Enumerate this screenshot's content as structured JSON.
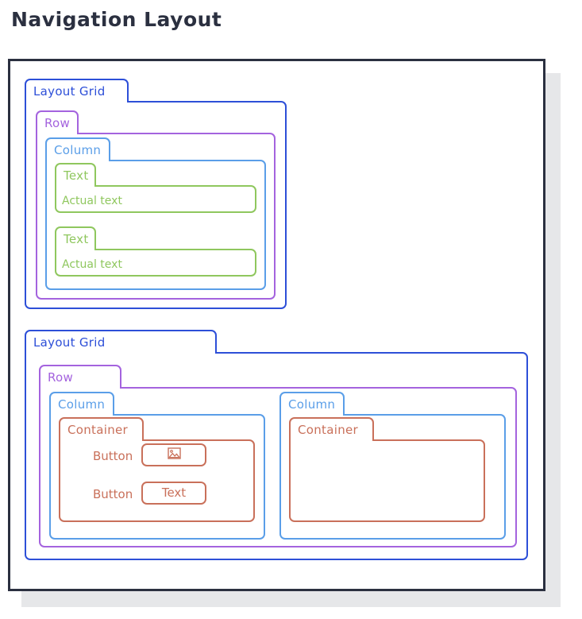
{
  "page": {
    "title": "Navigation Layout"
  },
  "colors": {
    "title": "#2b3040",
    "frame_border": "#2b3040",
    "frame_shadow": "#e6e7e9",
    "layout_grid": "#2d4fd8",
    "row": "#a463de",
    "column": "#5a9ee8",
    "text": "#8fc75e",
    "container": "#c9705a",
    "background": "#ffffff"
  },
  "labels": {
    "layout_grid": "Layout Grid",
    "row": "Row",
    "column": "Column",
    "text": "Text",
    "container": "Container",
    "button": "Button"
  },
  "sections": [
    {
      "id": "grid-1",
      "label": "Layout Grid",
      "row": {
        "label": "Row",
        "columns": [
          {
            "label": "Column",
            "children": [
              {
                "type": "text",
                "label": "Text",
                "value": "Actual text"
              },
              {
                "type": "text",
                "label": "Text",
                "value": "Actual text"
              }
            ]
          }
        ]
      }
    },
    {
      "id": "grid-2",
      "label": "Layout Grid",
      "row": {
        "label": "Row",
        "columns": [
          {
            "label": "Column",
            "children": [
              {
                "type": "container",
                "label": "Container",
                "buttons": [
                  {
                    "label": "Button",
                    "content_type": "image",
                    "icon": "picture-icon",
                    "value": ""
                  },
                  {
                    "label": "Button",
                    "content_type": "text",
                    "icon": "",
                    "value": "Text"
                  }
                ]
              }
            ]
          },
          {
            "label": "Column",
            "children": [
              {
                "type": "container",
                "label": "Container",
                "buttons": []
              }
            ]
          }
        ]
      }
    }
  ]
}
